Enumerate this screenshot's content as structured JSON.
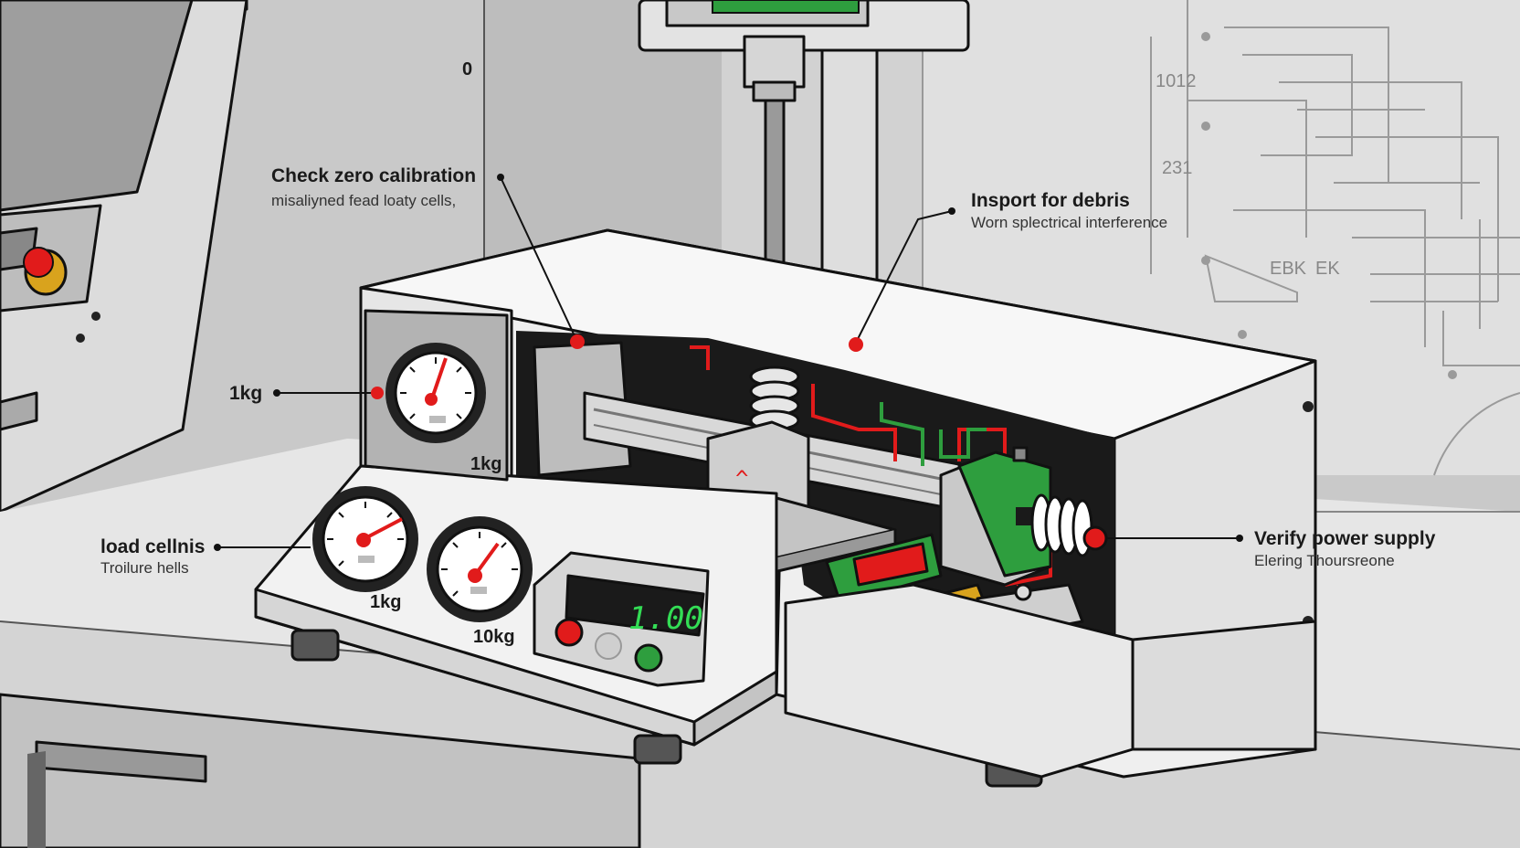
{
  "callouts": {
    "zero_calibration": {
      "title": "Check zero calibration",
      "subtitle": "misaliyned fead loaty cells,"
    },
    "debris": {
      "title": "Insport for debris",
      "subtitle": "Worn splectrical interference"
    },
    "load_cells": {
      "title": "load cellnis",
      "subtitle": "Troilure hells"
    },
    "power_supply": {
      "title": "Verify power supply",
      "subtitle": "Elering Thoursreone"
    },
    "left_gauge": {
      "title": "1kg"
    }
  },
  "gauges": {
    "upper_label": "1kg",
    "lower_left_label": "1kg",
    "lower_right_label": "10kg"
  },
  "display": {
    "reading": "1.00"
  },
  "carriage_mark": "^",
  "blueprint": {
    "text_1": "1012",
    "text_2": "231",
    "text_3": "EBK",
    "text_4": "EK"
  },
  "door_mark": "0",
  "colors": {
    "marker_red": "#e11b1b",
    "board_green": "#2e9e3e",
    "display_green": "#33dd55"
  }
}
